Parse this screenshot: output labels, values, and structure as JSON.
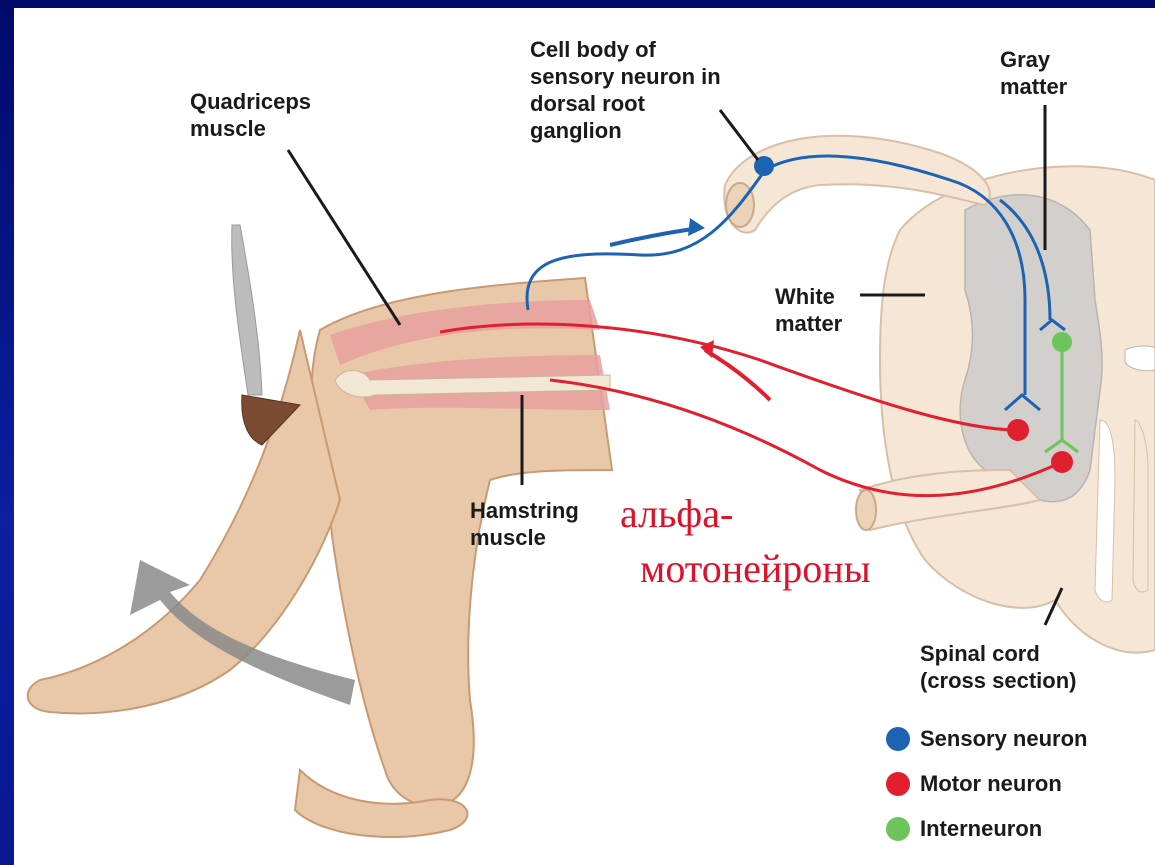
{
  "labels": {
    "cell_body": "Cell body of\nsensory neuron in\ndorsal root\nganglion",
    "gray_matter": "Gray\nmatter",
    "quadriceps": "Quadriceps\nmuscle",
    "white_matter": "White\nmatter",
    "hamstring": "Hamstring\nmuscle",
    "spinal_cord": "Spinal cord\n(cross section)"
  },
  "russian": {
    "line1": "альфа-",
    "line2": "мотонейроны"
  },
  "legend": [
    {
      "label": "Sensory neuron",
      "color": "#1d63b4"
    },
    {
      "label": "Motor neuron",
      "color": "#e0202e"
    },
    {
      "label": "Interneuron",
      "color": "#6cc45a"
    }
  ],
  "colors": {
    "border": "#0b1fa0",
    "skin": "#e8c8a8",
    "skin_dark": "#c99a72",
    "muscle": "#e8a0a0",
    "cord_white": "#f6e6d6",
    "gray_matter": "#d2cfcc",
    "sensory": "#1d63b4",
    "motor": "#e0202e",
    "interneuron": "#6cc45a",
    "arrow_gray": "#8a8a8a"
  }
}
